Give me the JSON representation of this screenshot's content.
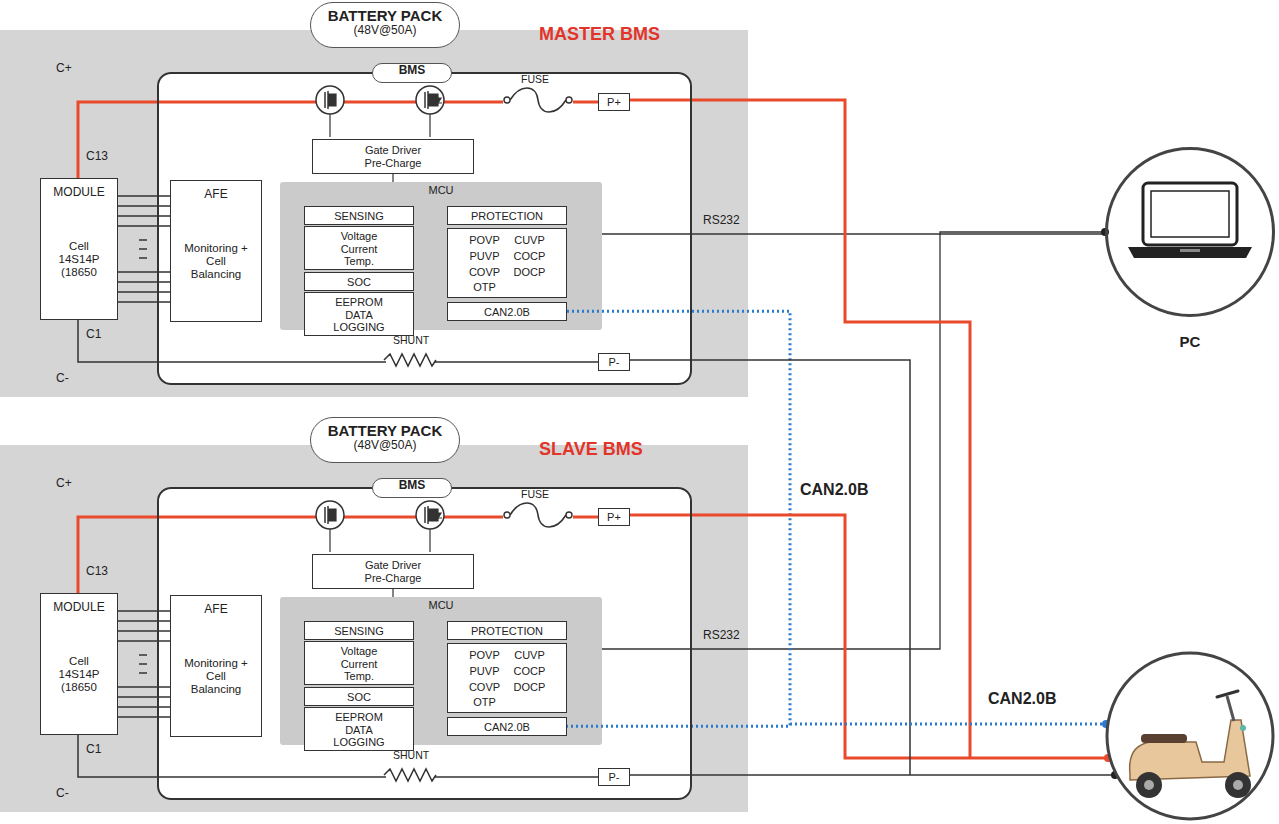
{
  "diagram": {
    "nodes": [
      {
        "text": [
          "BATTERY PACK",
          "(48V@50A)"
        ]
      },
      {
        "text": [
          "BMS",
          "MASTER BMS"
        ],
        "in": 0
      },
      {
        "text": [
          "MODULE",
          "Cell 14S14P (18650"
        ],
        "in": 0
      },
      {
        "text": [
          "AFE",
          "Monitoring + Cell Balancing"
        ],
        "in": 1
      },
      {
        "text": [
          "Gate Driver Pre-Charge"
        ],
        "in": 1
      },
      {
        "text": [
          "MCU"
        ],
        "in": 1
      },
      {
        "text": [
          "SENSING"
        ],
        "in": 5
      },
      {
        "text": [
          "Voltage Current Temp."
        ],
        "in": 5
      },
      {
        "text": [
          "SOC"
        ],
        "in": 5
      },
      {
        "text": [
          "EEPROM DATA LOGGING"
        ],
        "in": 5
      },
      {
        "text": [
          "PROTECTION"
        ],
        "in": 5
      },
      {
        "text": [
          "POVP",
          "CUVP",
          "PUVP",
          "COCP",
          "COVP",
          "DOCP",
          "OTP"
        ],
        "in": 5
      },
      {
        "text": [
          "CAN2.0B"
        ],
        "in": 5
      },
      {
        "text": [
          "P+"
        ],
        "in": 1
      },
      {
        "text": [
          "P-"
        ],
        "in": 1
      },
      {
        "text": [
          "BATTERY PACK",
          "(48V@50A)"
        ]
      },
      {
        "text": [
          "BMS",
          "SLAVE BMS"
        ],
        "in": 15
      },
      {
        "text": [
          "MODULE",
          "Cell 14S14P (18650"
        ],
        "in": 15
      },
      {
        "text": [
          "AFE",
          "Monitoring + Cell Balancing"
        ],
        "in": 16
      },
      {
        "text": [
          "Gate Driver Pre-Charge"
        ],
        "in": 16
      },
      {
        "text": [
          "MCU"
        ],
        "in": 16
      },
      {
        "text": [
          "SENSING"
        ],
        "in": 20
      },
      {
        "text": [
          "Voltage Current Temp."
        ],
        "in": 20
      },
      {
        "text": [
          "SOC"
        ],
        "in": 20
      },
      {
        "text": [
          "EEPROM DATA LOGGING"
        ],
        "in": 20
      },
      {
        "text": [
          "PROTECTION"
        ],
        "in": 20
      },
      {
        "text": [
          "POVP",
          "CUVP",
          "PUVP",
          "COCP",
          "COVP",
          "DOCP",
          "OTP"
        ],
        "in": 20
      },
      {
        "text": [
          "CAN2.0B"
        ],
        "in": 20
      },
      {
        "text": [
          "P+"
        ],
        "in": 16
      },
      {
        "text": [
          "P-"
        ],
        "in": 16
      },
      {
        "text": [
          "PC"
        ]
      }
    ],
    "edges": [
      {
        "from": 2,
        "to": 3,
        "arrow": "none"
      },
      {
        "from": 2,
        "to": 13,
        "arrow": "none"
      },
      {
        "from": 2,
        "to": 14,
        "arrow": "none"
      },
      {
        "from": 4,
        "to": 5,
        "arrow": "none"
      },
      {
        "from": 5,
        "to": 30,
        "label": "RS232",
        "arrow": "none"
      },
      {
        "from": 17,
        "to": 18,
        "arrow": "none"
      },
      {
        "from": 17,
        "to": 28,
        "arrow": "none"
      },
      {
        "from": 17,
        "to": 29,
        "arrow": "none"
      },
      {
        "from": 19,
        "to": 20,
        "arrow": "none"
      },
      {
        "from": 20,
        "to": 30,
        "label": "RS232",
        "arrow": "none"
      },
      {
        "from": 12,
        "to": 27,
        "label": "CAN2.0B",
        "arrow": "none"
      }
    ],
    "labels": [
      "C+",
      "C13",
      "C1",
      "C-",
      "FUSE",
      "SHUNT",
      "C+",
      "C13",
      "C1",
      "C-",
      "FUSE",
      "SHUNT",
      "CAN2.0B"
    ]
  }
}
